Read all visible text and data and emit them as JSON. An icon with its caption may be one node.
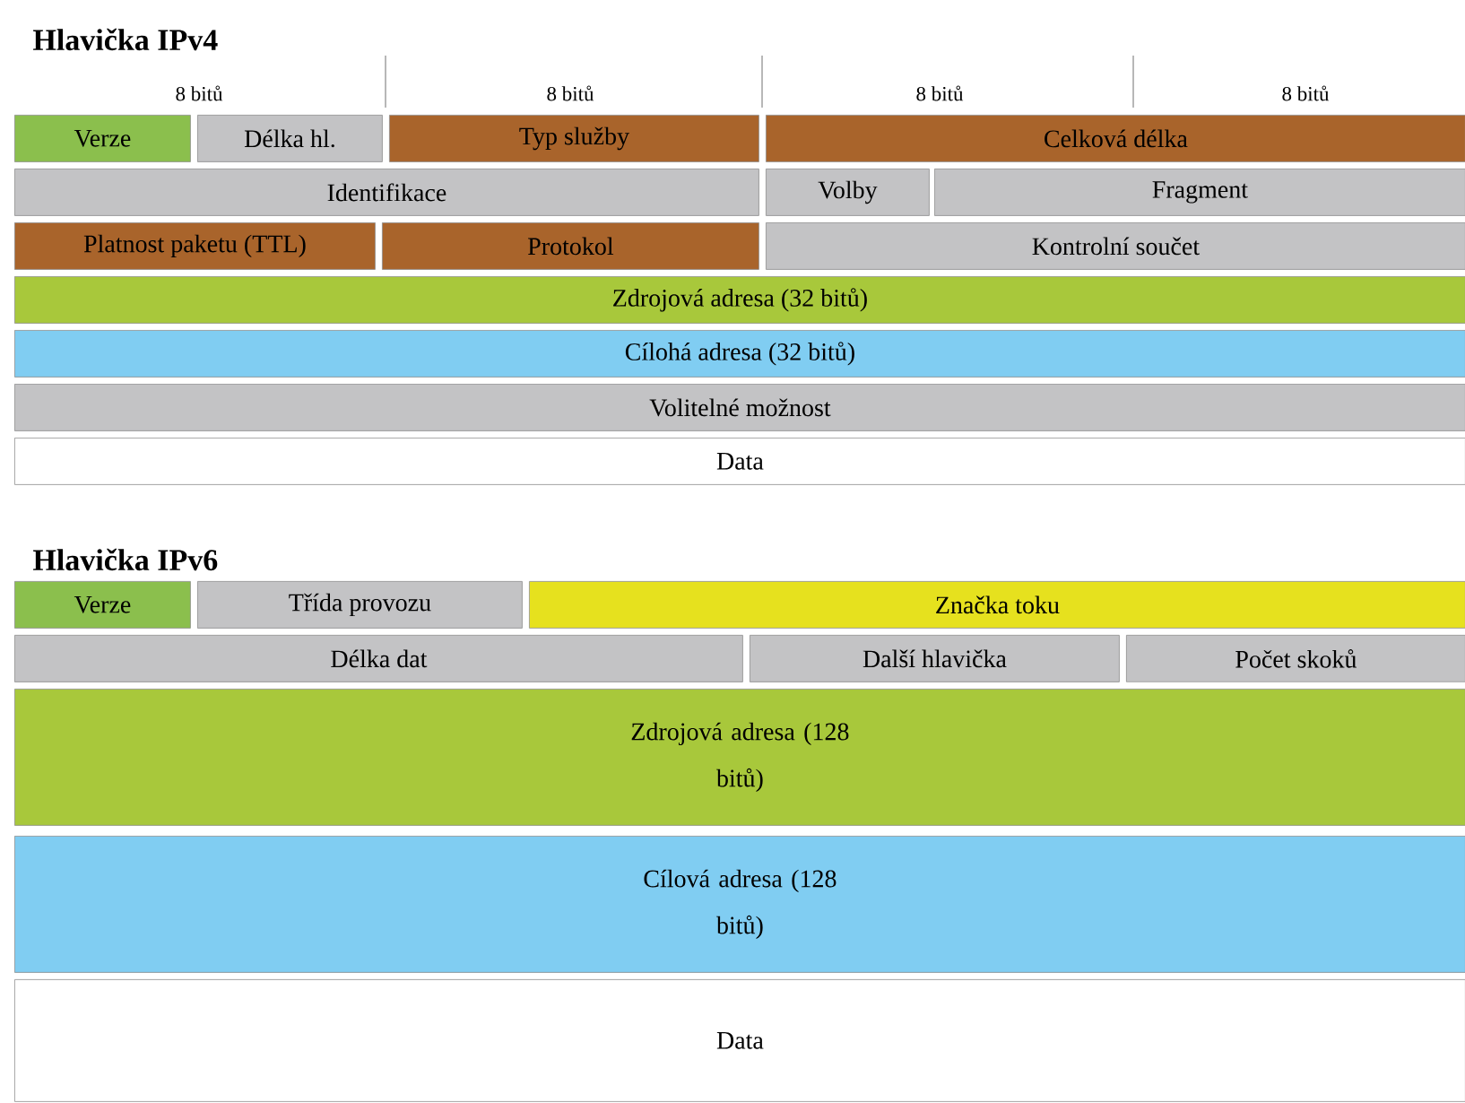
{
  "diagram": {
    "nodes": [
      {
        "text": [
          "Verze"
        ]
      },
      {
        "text": [
          "Délka hl."
        ]
      },
      {
        "text": [
          "Typ služby"
        ]
      },
      {
        "text": [
          "Celková délka"
        ]
      },
      {
        "text": [
          "Identifikace"
        ]
      },
      {
        "text": [
          "Volby"
        ]
      },
      {
        "text": [
          "Fragment"
        ]
      },
      {
        "text": [
          "Platnost paketu (TTL)"
        ]
      },
      {
        "text": [
          "Protokol"
        ]
      },
      {
        "text": [
          "Kontrolní součet"
        ]
      },
      {
        "text": [
          "Zdrojová adresa (32 bitů)"
        ]
      },
      {
        "text": [
          "Cílohá adresa (32 bitů)"
        ]
      },
      {
        "text": [
          "Volitelné možnost"
        ]
      },
      {
        "text": [
          "Data"
        ]
      },
      {
        "text": [
          "Verze"
        ]
      },
      {
        "text": [
          "Třída provozu"
        ]
      },
      {
        "text": [
          "Značka toku"
        ]
      },
      {
        "text": [
          "Délka dat"
        ]
      },
      {
        "text": [
          "Další hlavička"
        ]
      },
      {
        "text": [
          "Počet skoků"
        ]
      },
      {
        "text": [
          "Zdrojová adresa (128 bitů)"
        ]
      },
      {
        "text": [
          "Cílová adresa (128 bitů)"
        ]
      },
      {
        "text": [
          "Data"
        ]
      }
    ],
    "labels": [
      "Hlavička IPv4",
      "8 bitů",
      "8 bitů",
      "8 bitů",
      "8 bitů",
      "Hlavička IPv6"
    ]
  }
}
